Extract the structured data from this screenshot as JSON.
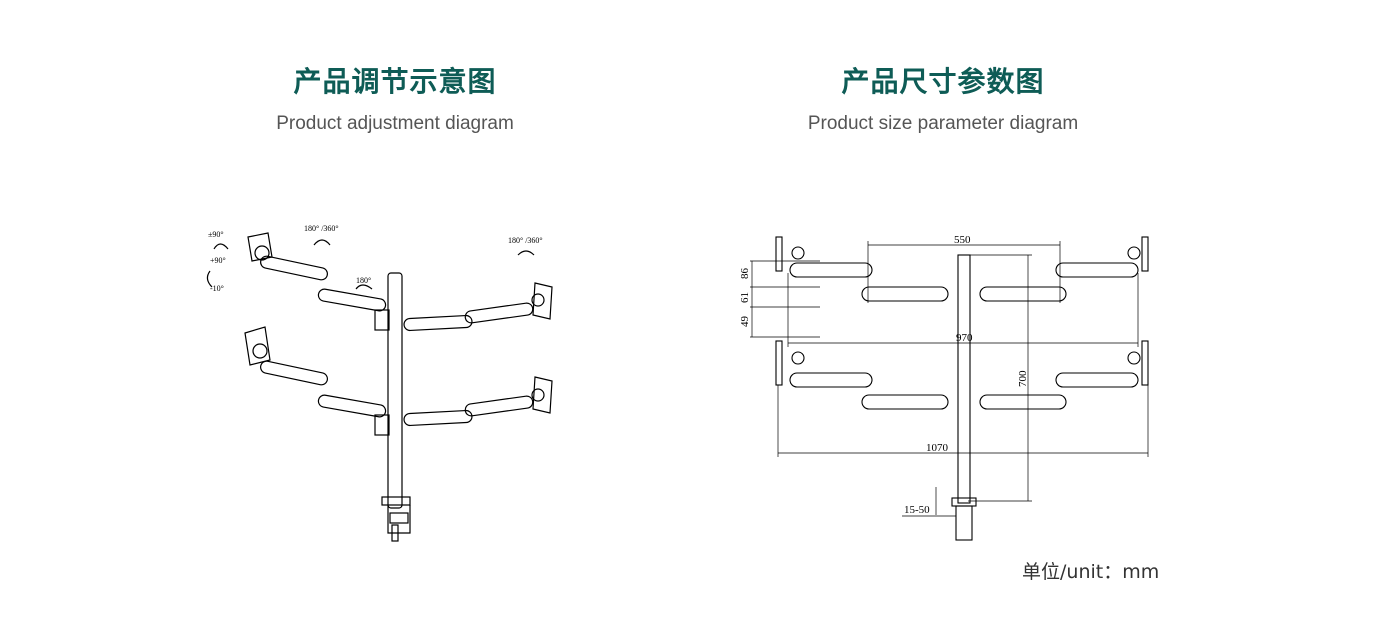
{
  "left_section": {
    "title_cn": "产品调节示意图",
    "title_en": "Product adjustment diagram",
    "labels": {
      "tilt": "±90°",
      "tilt_up": "+90°",
      "tilt_down": "-10°",
      "rotate_top": "180° /360°",
      "swivel_mid": "180°",
      "rotate_right": "180° /360°"
    }
  },
  "right_section": {
    "title_cn": "产品尺寸参数图",
    "title_en": "Product size parameter diagram",
    "dimensions": {
      "top_width": "550",
      "mid_width": "970",
      "bottom_width": "1070",
      "height": "700",
      "clamp": "15-50",
      "v1": "86",
      "v2": "61",
      "v3": "49"
    }
  },
  "unit_label": "单位/unit：mm",
  "colors": {
    "title": "#0e5c56",
    "subtitle": "#555555",
    "line": "#000000"
  }
}
